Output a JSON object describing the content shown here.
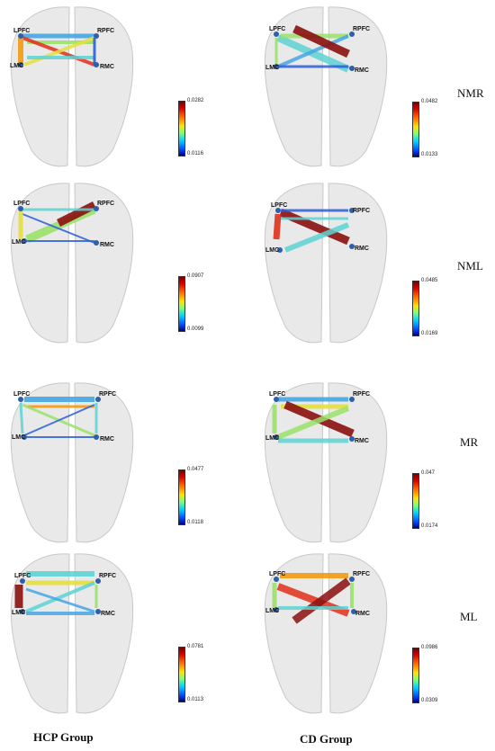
{
  "nodes": [
    "LPFC",
    "RPFC",
    "LMC",
    "RMC"
  ],
  "conditions": [
    "NMR",
    "NML",
    "MR",
    "ML"
  ],
  "groups": [
    "HCP Group",
    "CD Group"
  ],
  "colorbars": {
    "hcp": [
      {
        "max": "0.0282",
        "min": "0.0116"
      },
      {
        "max": "0.0907",
        "min": "0.0099"
      },
      {
        "max": "0.0477",
        "min": "0.0118"
      },
      {
        "max": "0.0781",
        "min": "0.0113"
      }
    ],
    "cd": [
      {
        "max": "0.0482",
        "min": "0.0133"
      },
      {
        "max": "0.0485",
        "min": "0.0169"
      },
      {
        "max": "0.047",
        "min": "0.0174"
      },
      {
        "max": "0.0986",
        "min": "0.0309"
      }
    ]
  },
  "colors": {
    "dark_red": "#8b1010",
    "red": "#e0301a",
    "orange": "#f39c12",
    "yellow": "#e6e040",
    "green": "#9be26b",
    "cyan": "#5fd3d3",
    "light_blue": "#46a7e6",
    "blue": "#2c5fd8",
    "node": "#2f5fa8"
  }
}
